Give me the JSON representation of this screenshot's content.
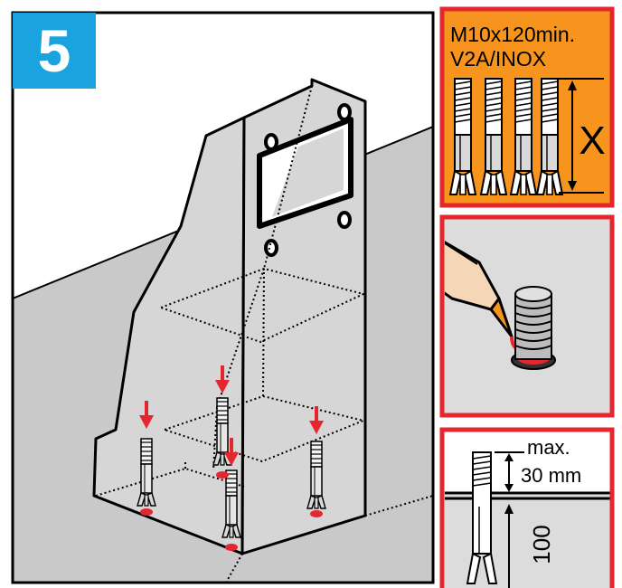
{
  "step": {
    "number": "5"
  },
  "anchor_panel": {
    "spec_line1": "M10x120min.",
    "spec_line2": "V2A/INOX",
    "length_label": "X"
  },
  "depth_panel": {
    "protrusion_label_line1": "max.",
    "protrusion_label_line2": "30 mm",
    "depth_label": "100"
  },
  "colors": {
    "badge": "#1aa3df",
    "panel_orange": "#f7941d",
    "frame_red": "#e4262f",
    "floor_gray": "#c9c9c9",
    "panel_gray": "#dcdcdc"
  }
}
